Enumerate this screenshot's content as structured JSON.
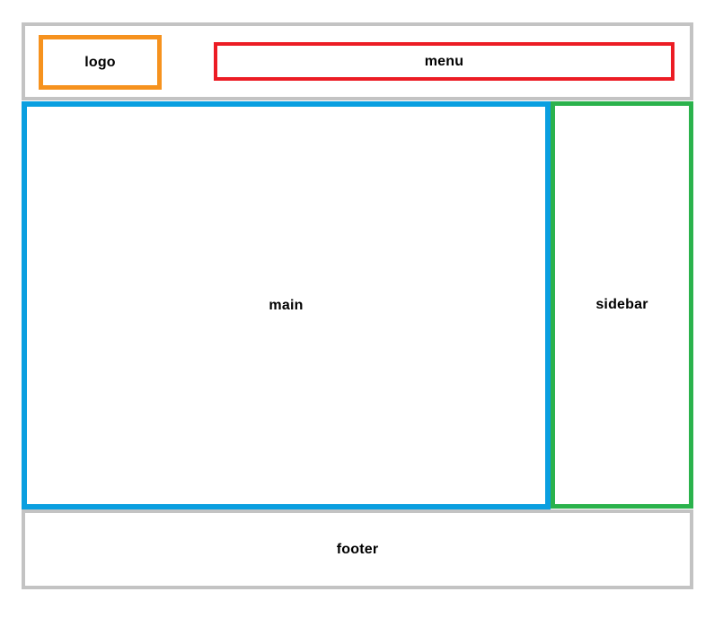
{
  "layout": {
    "logo": {
      "label": "logo"
    },
    "menu": {
      "label": "menu"
    },
    "main": {
      "label": "main"
    },
    "sidebar": {
      "label": "sidebar"
    },
    "footer": {
      "label": "footer"
    }
  },
  "colors": {
    "frame_border": "#c3c3c3",
    "logo_border": "#f6921e",
    "menu_border": "#ec1c24",
    "main_border": "#0a9fe0",
    "sidebar_border": "#2bb24c",
    "text": "#000000",
    "background": "#ffffff"
  }
}
